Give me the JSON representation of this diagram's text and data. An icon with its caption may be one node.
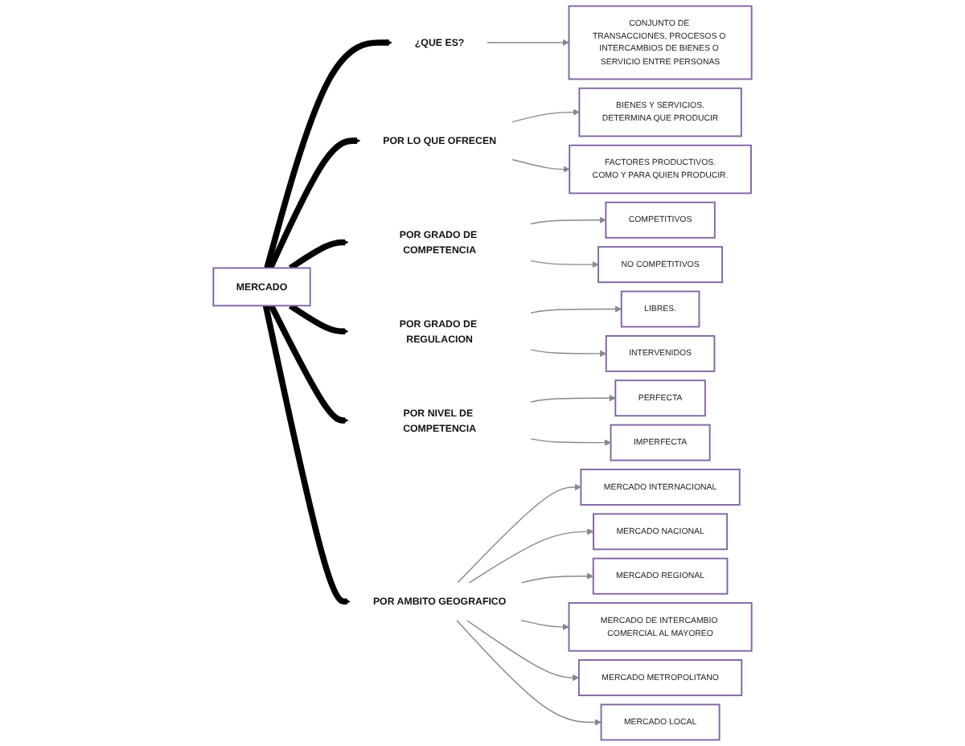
{
  "diagram": {
    "nodes": [
      {
        "text": [
          "MERCADO"
        ]
      },
      {
        "text": [
          "¿QUE ES?"
        ]
      },
      {
        "text": [
          "CONJUNTO DE TRANSACCIONES, PROCESOS O INTERCAMBIOS DE BIENES O SERVICIO ENTRE PERSONAS"
        ]
      },
      {
        "text": [
          "POR LO QUE OFRECEN"
        ]
      },
      {
        "text": [
          "BIENES Y SERVICIOS.",
          "DETERMINA QUE PRODUCIR"
        ]
      },
      {
        "text": [
          "FACTORES PRODUCTIVOS.",
          "COMO Y PARA QUIEN PRODUCIR."
        ]
      },
      {
        "text": [
          "POR GRADO DE COMPETENCIA"
        ]
      },
      {
        "text": [
          "COMPETITIVOS"
        ]
      },
      {
        "text": [
          "NO COMPETITIVOS"
        ]
      },
      {
        "text": [
          "POR GRADO DE REGULACION"
        ]
      },
      {
        "text": [
          "LIBRES."
        ]
      },
      {
        "text": [
          "INTERVENIDOS"
        ]
      },
      {
        "text": [
          "POR NIVEL DE COMPETENCIA"
        ]
      },
      {
        "text": [
          "PERFECTA"
        ]
      },
      {
        "text": [
          "IMPERFECTA"
        ]
      },
      {
        "text": [
          "POR AMBITO GEOGRAFICO"
        ]
      },
      {
        "text": [
          "MERCADO INTERNACIONAL"
        ]
      },
      {
        "text": [
          "MERCADO NACIONAL"
        ]
      },
      {
        "text": [
          "MERCADO REGIONAL"
        ]
      },
      {
        "text": [
          "MERCADO DE INTERCAMBIO COMERCIAL AL MAYOREO"
        ]
      },
      {
        "text": [
          "MERCADO METROPOLITANO"
        ]
      },
      {
        "text": [
          "MERCADO LOCAL"
        ]
      }
    ],
    "edges": [
      {
        "from": 0,
        "to": 1,
        "arrow": "to",
        "style": "thick",
        "color": "#000000"
      },
      {
        "from": 0,
        "to": 3,
        "arrow": "to",
        "style": "thick",
        "color": "#000000"
      },
      {
        "from": 0,
        "to": 6,
        "arrow": "to",
        "style": "thick",
        "color": "#000000"
      },
      {
        "from": 0,
        "to": 9,
        "arrow": "to",
        "style": "thick",
        "color": "#000000"
      },
      {
        "from": 0,
        "to": 12,
        "arrow": "to",
        "style": "thick",
        "color": "#000000"
      },
      {
        "from": 0,
        "to": 15,
        "arrow": "to",
        "style": "thick",
        "color": "#000000"
      },
      {
        "from": 1,
        "to": 2,
        "arrow": "to"
      },
      {
        "from": 3,
        "to": 4,
        "arrow": "to"
      },
      {
        "from": 3,
        "to": 5,
        "arrow": "to"
      },
      {
        "from": 6,
        "to": 7,
        "arrow": "to"
      },
      {
        "from": 6,
        "to": 8,
        "arrow": "to"
      },
      {
        "from": 9,
        "to": 10,
        "arrow": "to"
      },
      {
        "from": 9,
        "to": 11,
        "arrow": "to"
      },
      {
        "from": 12,
        "to": 13,
        "arrow": "to"
      },
      {
        "from": 12,
        "to": 14,
        "arrow": "to"
      },
      {
        "from": 15,
        "to": 16,
        "arrow": "to"
      },
      {
        "from": 15,
        "to": 17,
        "arrow": "to"
      },
      {
        "from": 15,
        "to": 18,
        "arrow": "to"
      },
      {
        "from": 15,
        "to": 19,
        "arrow": "to"
      },
      {
        "from": 15,
        "to": 20,
        "arrow": "to"
      },
      {
        "from": 15,
        "to": 21,
        "arrow": "to"
      }
    ]
  }
}
